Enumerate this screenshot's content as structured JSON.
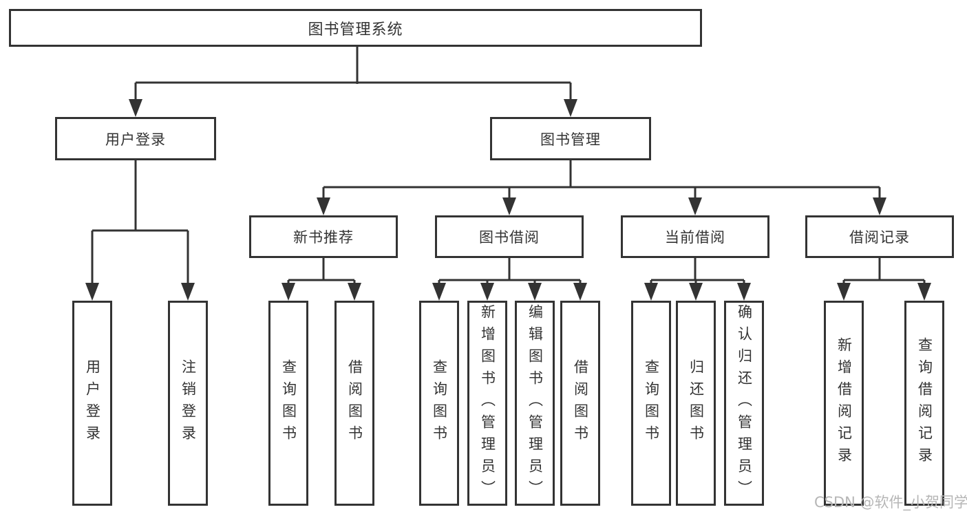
{
  "tree": {
    "root": {
      "label": "图书管理系统"
    },
    "branches": [
      {
        "label": "用户登录",
        "children": [
          {
            "label": "用户登录"
          },
          {
            "label": "注销登录"
          }
        ]
      },
      {
        "label": "图书管理",
        "children": [
          {
            "label": "新书推荐",
            "children": [
              {
                "label": "查询图书"
              },
              {
                "label": "借阅图书"
              }
            ]
          },
          {
            "label": "图书借阅",
            "children": [
              {
                "label": "查询图书"
              },
              {
                "label": "新增图书（管理员）"
              },
              {
                "label": "编辑图书（管理员）"
              },
              {
                "label": "借阅图书"
              }
            ]
          },
          {
            "label": "当前借阅",
            "children": [
              {
                "label": "查询图书"
              },
              {
                "label": "归还图书"
              },
              {
                "label": "确认归还（管理员）"
              }
            ]
          },
          {
            "label": "借阅记录",
            "children": [
              {
                "label": "新增借阅记录"
              },
              {
                "label": "查询借阅记录"
              }
            ]
          }
        ]
      }
    ]
  },
  "watermark": "CSDN @软件_小贺同学",
  "colors": {
    "line": "#333333",
    "text": "#333333",
    "watermark": "#b6b6b6"
  }
}
